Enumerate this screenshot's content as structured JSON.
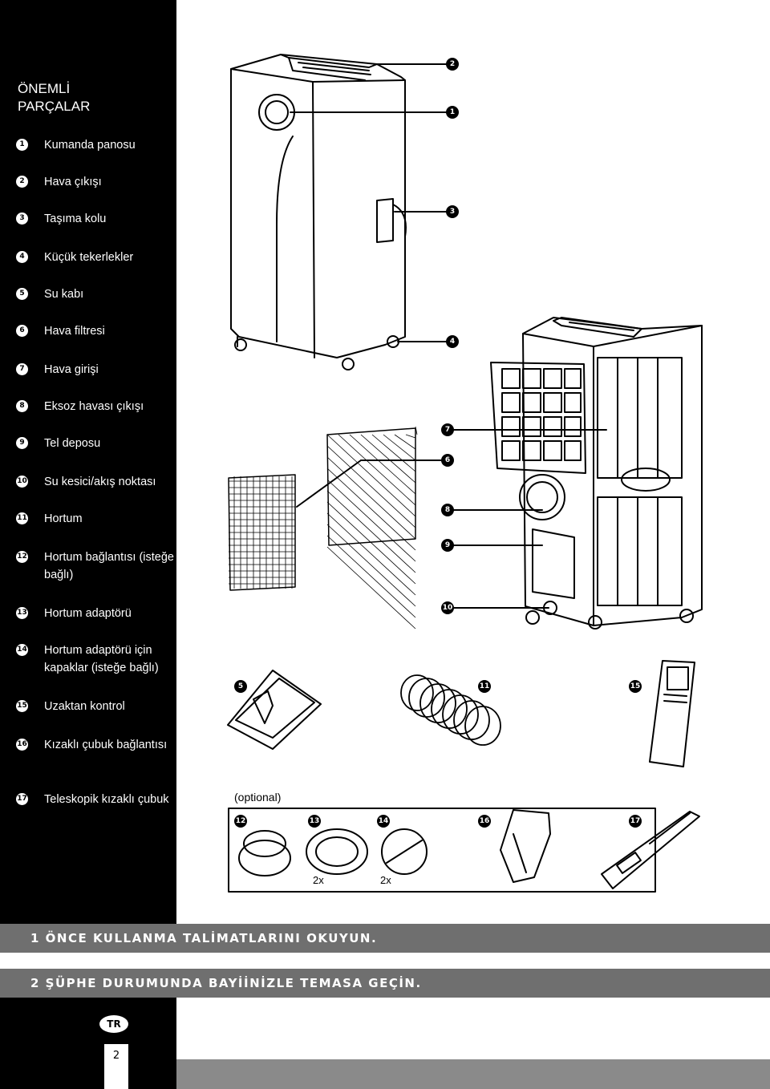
{
  "sidebar": {
    "title_line1": "ÖNEMLİ",
    "title_line2": "PARÇALAR",
    "parts": [
      {
        "num": "1",
        "label": "Kumanda panosu"
      },
      {
        "num": "2",
        "label": "Hava çıkışı"
      },
      {
        "num": "3",
        "label": "Taşıma kolu"
      },
      {
        "num": "4",
        "label": "Küçük tekerlekler"
      },
      {
        "num": "5",
        "label": "Su kabı"
      },
      {
        "num": "6",
        "label": "Hava filtresi"
      },
      {
        "num": "7",
        "label": "Hava girişi"
      },
      {
        "num": "8",
        "label": "Eksoz havası çıkışı"
      },
      {
        "num": "9",
        "label": "Tel deposu"
      },
      {
        "num": "10",
        "label": "Su kesici/akış noktası"
      },
      {
        "num": "11",
        "label": "Hortum"
      },
      {
        "num": "12",
        "label": "Hortum bağlantısı (isteğe bağlı)"
      },
      {
        "num": "13",
        "label": "Hortum adaptörü"
      },
      {
        "num": "14",
        "label": "Hortum adaptörü için kapaklar (isteğe bağlı)"
      },
      {
        "num": "15",
        "label": "Uzaktan kontrol"
      },
      {
        "num": "16",
        "label": "Kızaklı çubuk bağlantısı"
      },
      {
        "num": "17",
        "label": "Teleskopik kızaklı çubuk"
      }
    ]
  },
  "callouts": {
    "c1": "1",
    "c2": "2",
    "c3": "3",
    "c4": "4",
    "c5": "5",
    "c6": "6",
    "c7": "7",
    "c8": "8",
    "c9": "9",
    "c10": "10",
    "c11": "11",
    "c12": "12",
    "c13": "13",
    "c14": "14",
    "c15": "15",
    "c16": "16",
    "c17": "17"
  },
  "accessories": {
    "optional_label": "(optional)",
    "qty_13": "2x",
    "qty_14": "2x"
  },
  "instructions": {
    "line1": "1 ÖNCE KULLANMA TALİMATLARINI OKUYUN.",
    "line2": "2 ŞÜPHE DURUMUNDA BAYİİNİZLE TEMASA GEÇİN."
  },
  "footer": {
    "language": "TR",
    "page": "2"
  },
  "colors": {
    "sidebar": "#000000",
    "band": "#6f6f6f",
    "footer_bar": "#8a8a8a"
  }
}
